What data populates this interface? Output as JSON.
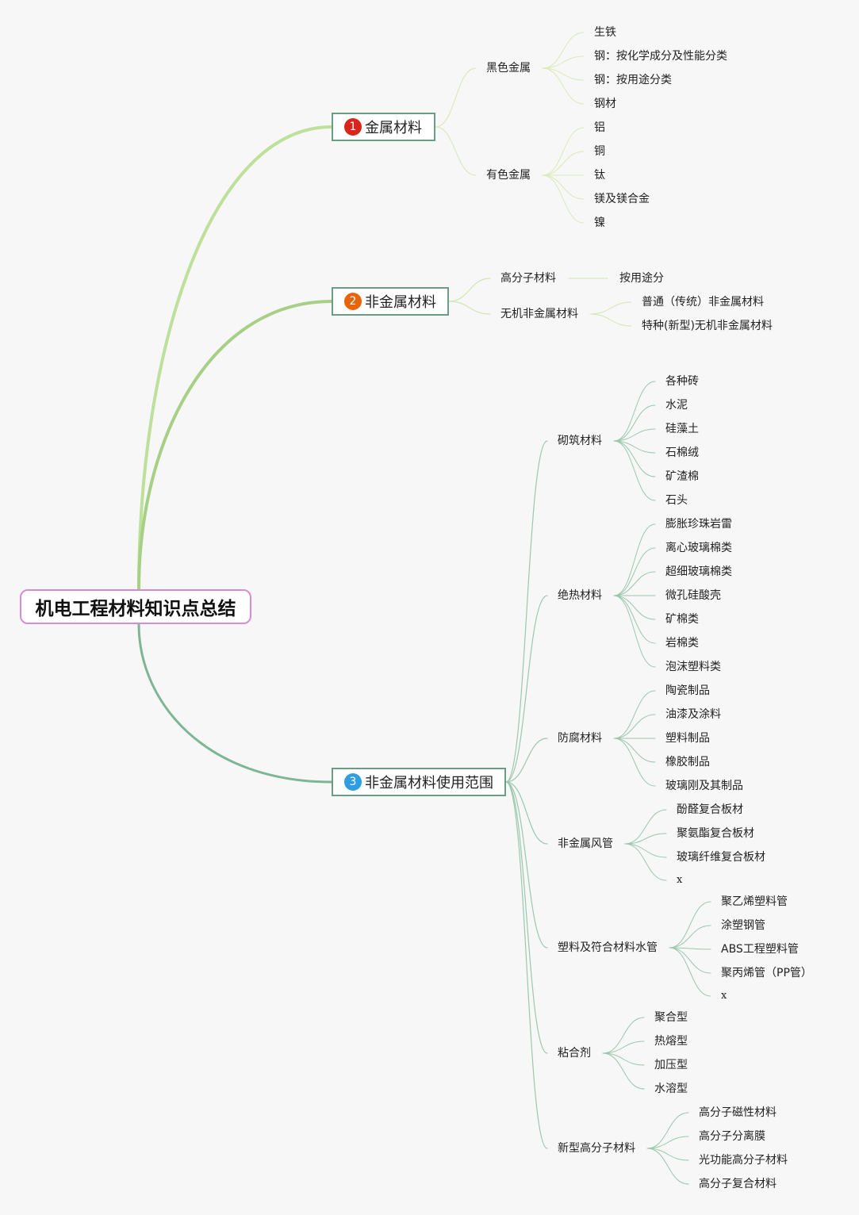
{
  "root": {
    "label": "机电工程材料知识点总结"
  },
  "colors": {
    "badge_1": "#d9261c",
    "badge_2": "#e8650a",
    "badge_3": "#2f9ee0"
  },
  "branches": [
    {
      "badge": "1",
      "label": "金属材料",
      "children": [
        {
          "label": "黑色金属",
          "children": [
            "生铁",
            "钢：按化学成分及性能分类",
            "钢：按用途分类",
            "钢材"
          ]
        },
        {
          "label": "有色金属",
          "children": [
            "铝",
            "铜",
            "钛",
            "镁及镁合金",
            "镍"
          ]
        }
      ]
    },
    {
      "badge": "2",
      "label": "非金属材料",
      "children": [
        {
          "label": "高分子材料",
          "children": [
            "按用途分"
          ]
        },
        {
          "label": "无机非金属材料",
          "children": [
            "普通（传统）非金属材料",
            "特种(新型)无机非金属材料"
          ]
        }
      ]
    },
    {
      "badge": "3",
      "label": "非金属材料使用范围",
      "children": [
        {
          "label": "砌筑材料",
          "children": [
            "各种砖",
            "水泥",
            "硅藻土",
            "石棉绒",
            "矿渣棉",
            "石头"
          ]
        },
        {
          "label": "绝热材料",
          "children": [
            "膨胀珍珠岩雷",
            "离心玻璃棉类",
            "超细玻璃棉类",
            "微孔硅酸壳",
            "矿棉类",
            "岩棉类",
            "泡沫塑料类"
          ]
        },
        {
          "label": "防腐材料",
          "children": [
            "陶瓷制品",
            "油漆及涂料",
            "塑料制品",
            "橡胶制品",
            "玻璃刚及其制品"
          ]
        },
        {
          "label": "非金属风管",
          "children": [
            "酚醛复合板材",
            "聚氨酯复合板材",
            "玻璃纤维复合板材",
            "x"
          ]
        },
        {
          "label": "塑料及符合材料水管",
          "children": [
            "聚乙烯塑料管",
            "涂塑钢管",
            "ABS工程塑料管",
            "聚丙烯管（PP管）",
            "x"
          ]
        },
        {
          "label": "粘合剂",
          "children": [
            "聚合型",
            "热熔型",
            "加压型",
            "水溶型"
          ]
        },
        {
          "label": "新型高分子材料",
          "children": [
            "高分子磁性材料",
            "高分子分离膜",
            "光功能高分子材料",
            "高分子复合材料"
          ]
        }
      ]
    }
  ]
}
